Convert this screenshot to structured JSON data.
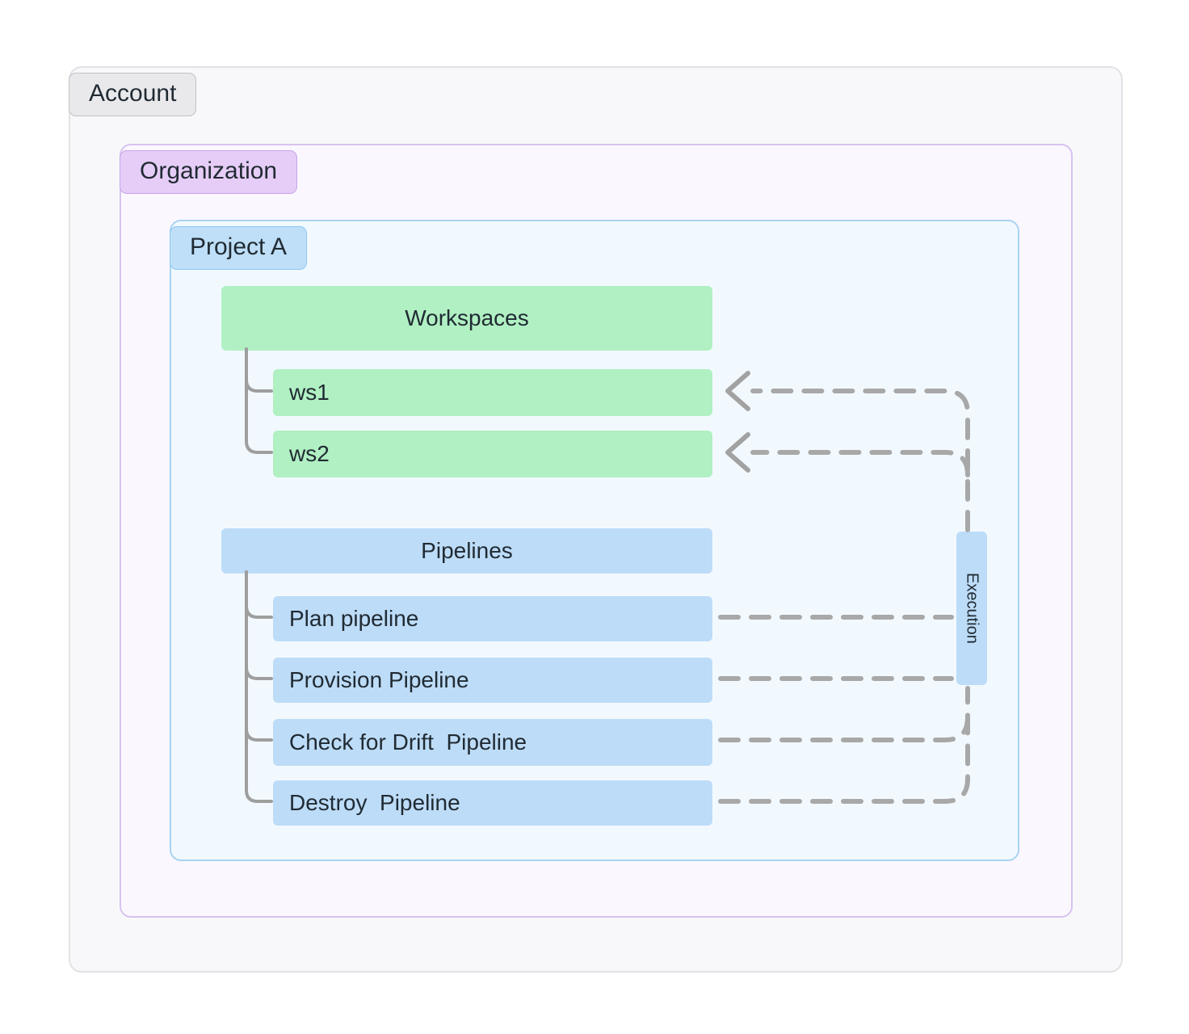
{
  "diagram": {
    "account_label": "Account",
    "organization_label": "Organization",
    "project_label": "Project A",
    "workspaces": {
      "header": "Workspaces",
      "items": [
        {
          "label": "ws1"
        },
        {
          "label": "ws2"
        }
      ]
    },
    "pipelines": {
      "header": "Pipelines",
      "items": [
        {
          "label": "Plan pipeline"
        },
        {
          "label": "Provision Pipeline"
        },
        {
          "label": "Check for Drift  Pipeline"
        },
        {
          "label": "Destroy  Pipeline"
        }
      ]
    },
    "execution_label": "Execution",
    "colors": {
      "workspace_green": "#b0f0c3",
      "pipeline_blue": "#bddcf8",
      "account_bg": "#f8f8fa",
      "organization_bg": "#fbf7fe",
      "organization_border": "#d7c2f0",
      "project_bg": "#f2f9fe",
      "project_border": "#a7d3f2",
      "connector_gray": "#9e9e9e"
    }
  }
}
